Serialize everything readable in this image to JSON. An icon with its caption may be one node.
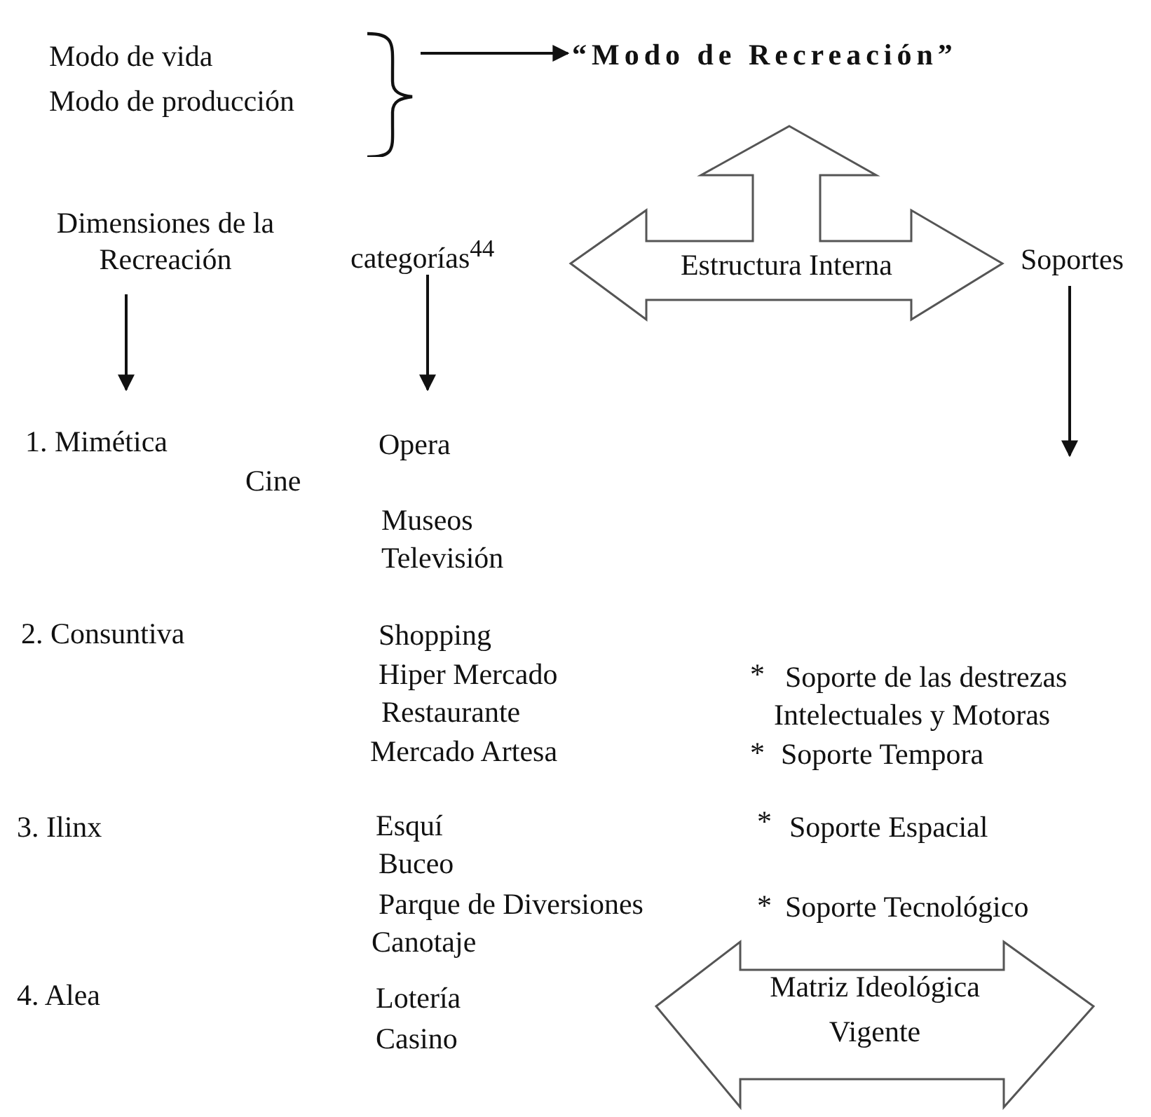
{
  "diagram": {
    "nodes": [
      {
        "text": [
          "Modo de vida",
          "Modo de producción"
        ]
      },
      {
        "text": [
          "“Modo de Recreación”"
        ]
      },
      {
        "text": [
          "Estructura Interna"
        ]
      },
      {
        "text": [
          "Dimensiones de la Recreación"
        ]
      },
      {
        "text": [
          "categorías$^{44}$"
        ]
      },
      {
        "text": [
          "Soportes"
        ]
      },
      {
        "text": [
          "Matriz Ideológica Vigente"
        ]
      }
    ],
    "edges": [
      {
        "from": 0,
        "to": 1,
        "arrow": "to"
      },
      {
        "from": 3,
        "to": null,
        "arrow": "to"
      },
      {
        "from": 4,
        "to": null,
        "arrow": "to"
      },
      {
        "from": 5,
        "to": null,
        "arrow": "to"
      }
    ],
    "labels": [
      "1. Mimética",
      "Opera",
      "Cine",
      "Museos",
      "Televisión",
      "2. Consuntiva",
      "Shopping",
      "Hiper Mercado",
      "*",
      "Soporte de las destrezas",
      "Restaurante",
      "Intelectuales y Motoras",
      "Mercado Artesa",
      "*",
      "Soporte Tempora",
      "3. Ilinx",
      "Esquí",
      "*",
      "Soporte Espacial",
      "Buceo",
      "Parque de Diversiones",
      "*",
      "Soporte Tecnológico",
      "Canotaje",
      "4. Alea",
      "Lotería",
      "Casino"
    ]
  }
}
